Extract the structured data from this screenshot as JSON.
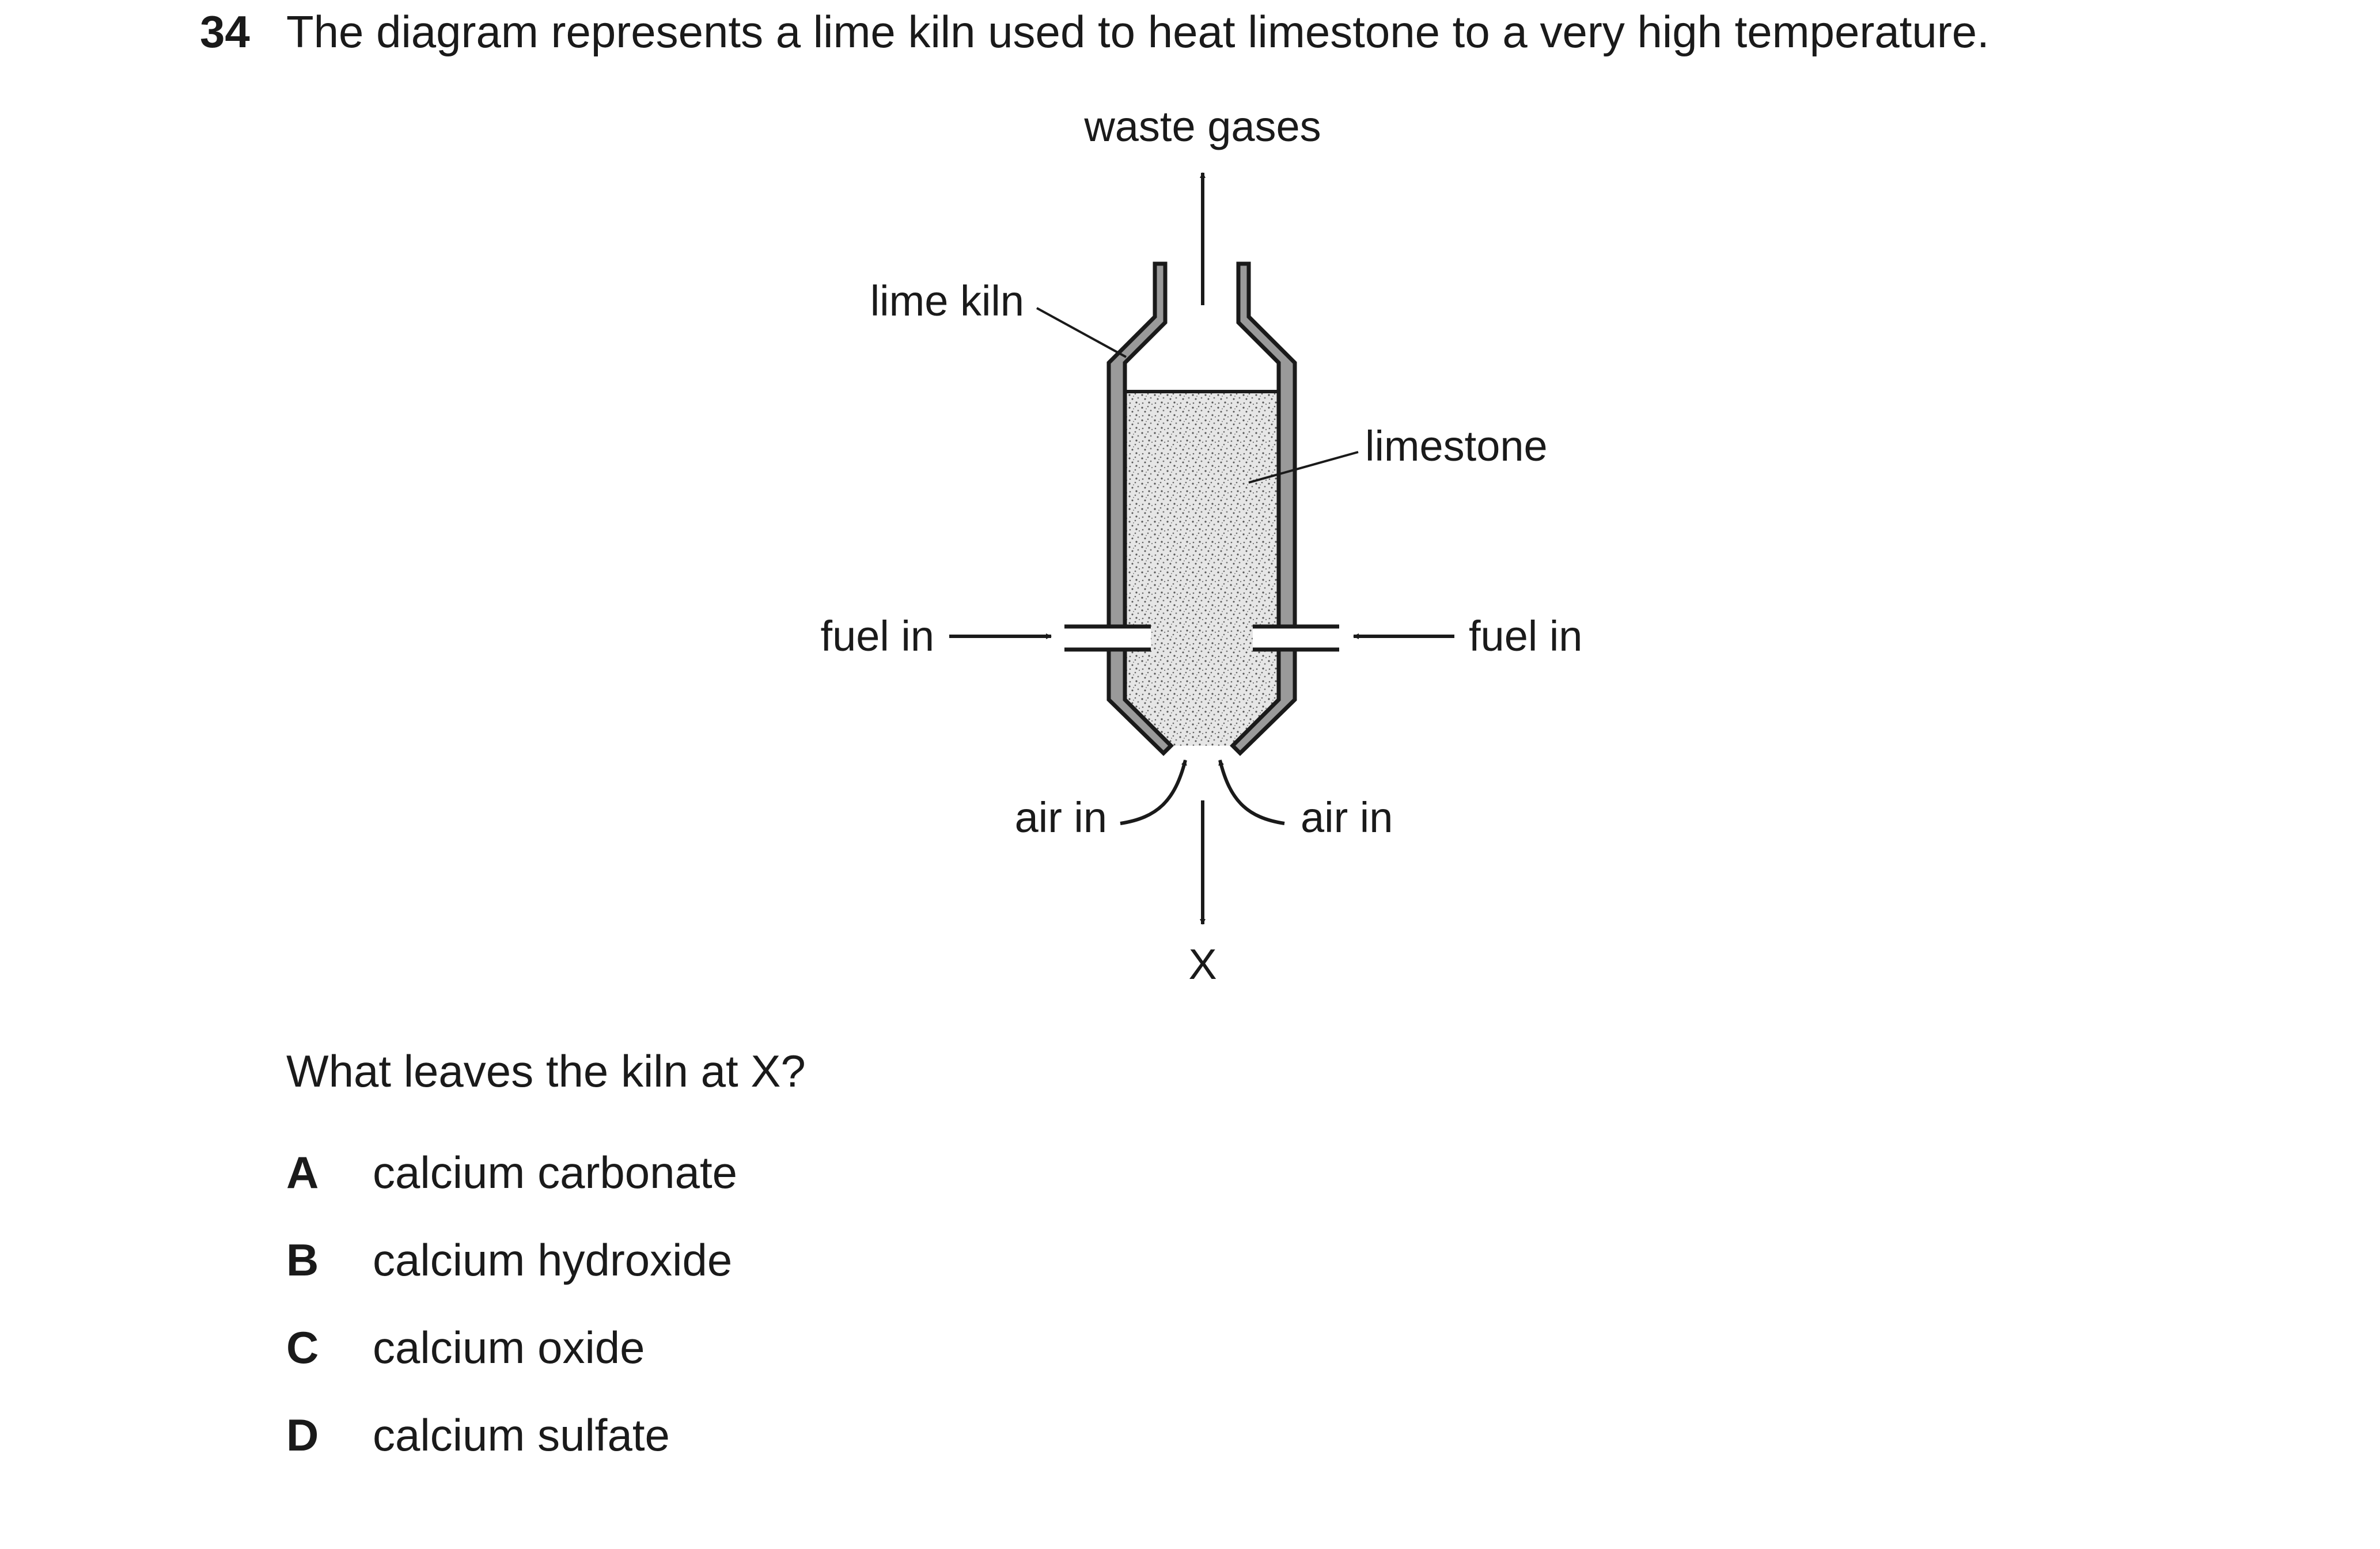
{
  "question": {
    "number": "34",
    "stem": "The diagram represents a lime kiln used to heat limestone to a very high temperature."
  },
  "diagram": {
    "labels": {
      "waste_gases": "waste gases",
      "lime_kiln": "lime kiln",
      "limestone": "limestone",
      "fuel_in_left": "fuel in",
      "fuel_in_right": "fuel in",
      "air_in_left": "air in",
      "air_in_right": "air in",
      "x": "X"
    },
    "colors": {
      "wall_fill": "#9a9a9a",
      "line": "#1a1a1a",
      "limestone_fill": "#e4e4e4"
    }
  },
  "prompt": "What leaves the kiln at X?",
  "options": [
    {
      "letter": "A",
      "text": "calcium carbonate"
    },
    {
      "letter": "B",
      "text": "calcium hydroxide"
    },
    {
      "letter": "C",
      "text": "calcium oxide"
    },
    {
      "letter": "D",
      "text": "calcium sulfate"
    }
  ]
}
